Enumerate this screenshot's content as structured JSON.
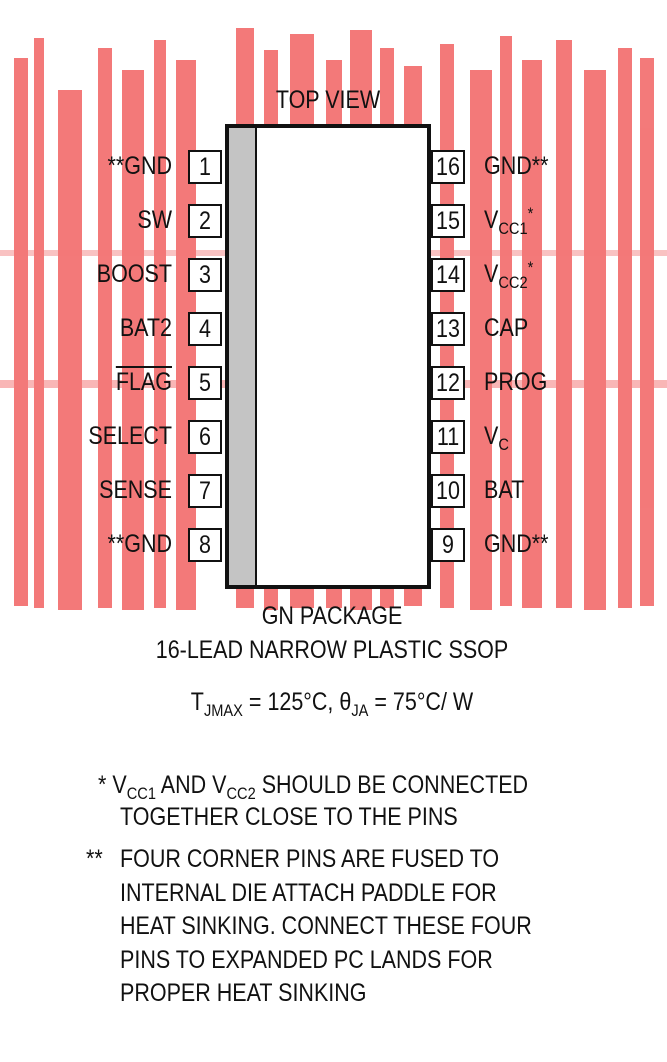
{
  "header": {
    "top_view": "TOP VIEW"
  },
  "pins_left": [
    {
      "num": "1",
      "label": "**GND"
    },
    {
      "num": "2",
      "label": "SW"
    },
    {
      "num": "3",
      "label": "BOOST"
    },
    {
      "num": "4",
      "label": "BAT2"
    },
    {
      "num": "5",
      "label": "FLAG",
      "overline": true
    },
    {
      "num": "6",
      "label": "SELECT"
    },
    {
      "num": "7",
      "label": "SENSE"
    },
    {
      "num": "8",
      "label": "**GND"
    }
  ],
  "pins_right": [
    {
      "num": "16",
      "label": "GND**"
    },
    {
      "num": "15",
      "label_main": "V",
      "label_sub": "CC1",
      "label_sup": "*"
    },
    {
      "num": "14",
      "label_main": "V",
      "label_sub": "CC2",
      "label_sup": "*"
    },
    {
      "num": "13",
      "label": "CAP"
    },
    {
      "num": "12",
      "label": "PROG"
    },
    {
      "num": "11",
      "label_main": "V",
      "label_sub": "C"
    },
    {
      "num": "10",
      "label": "BAT"
    },
    {
      "num": "9",
      "label": "GND**"
    }
  ],
  "package": {
    "name": "GN PACKAGE",
    "description": "16-LEAD NARROW PLASTIC SSOP"
  },
  "thermal": {
    "t_sym": "T",
    "t_sub": "JMAX",
    "t_val": " = 125°C, ",
    "theta_sym": "θ",
    "theta_sub": "JA",
    "theta_val": " = 75°C/ W"
  },
  "notes": {
    "note1_marker": "*",
    "note1_v1": "V",
    "note1_v1_sub": "CC1",
    "note1_mid": " AND V",
    "note1_v2_sub": "CC2",
    "note1_rest": " SHOULD BE CONNECTED",
    "note1_line2": "TOGETHER CLOSE TO THE PINS",
    "note2_marker": "**",
    "note2_lines": [
      "FOUR CORNER PINS ARE FUSED TO",
      "INTERNAL DIE ATTACH PADDLE FOR",
      "HEAT SINKING. CONNECT THESE FOUR",
      "PINS TO EXPANDED PC LANDS FOR",
      "PROPER HEAT SINKING"
    ]
  },
  "colors": {
    "ink": "#111111",
    "watermark": "#f26b6b",
    "paddle": "#c4c4c4",
    "background": "#ffffff"
  }
}
